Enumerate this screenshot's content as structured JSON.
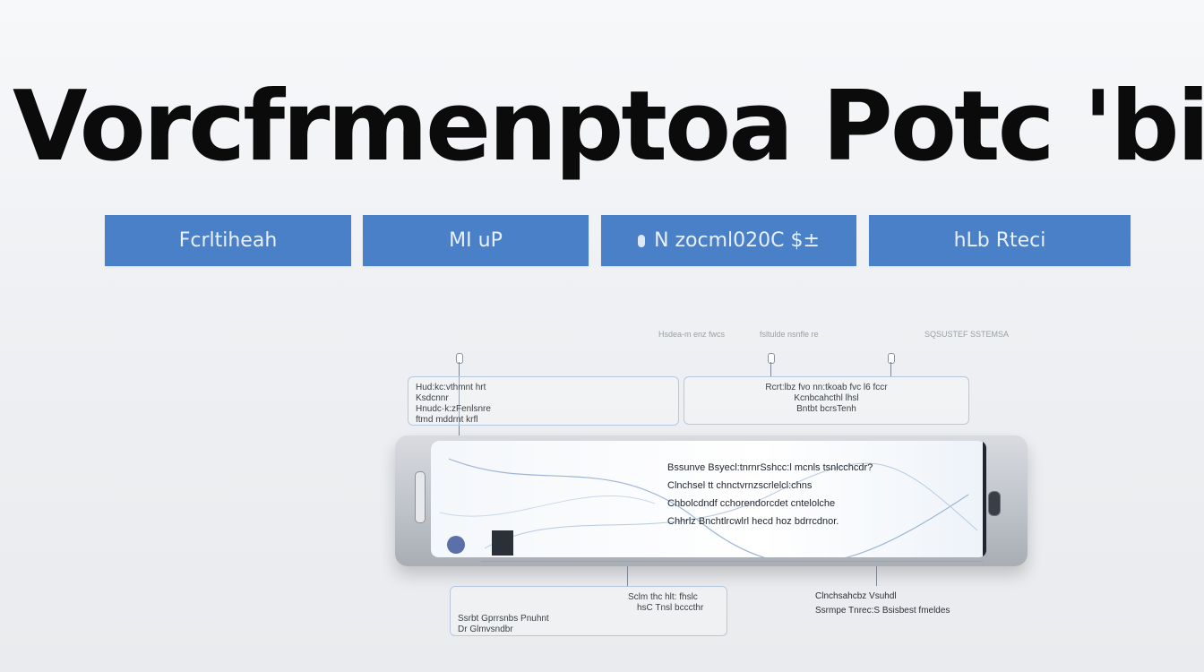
{
  "title": "Vorcfrmenptoa Potc 'bicr",
  "tabs": [
    {
      "label": "Fcrltiheah"
    },
    {
      "label": "MI uP"
    },
    {
      "label": "N zocml020C $±"
    },
    {
      "label": "hLb Rteci"
    }
  ],
  "notes": [
    "Hsdea-m enz fwcs",
    "fsltulde nsnfle re",
    "SQSUSTEF SSTEMSA"
  ],
  "callouts": [
    {
      "lines": [
        "Hud:kc:vthmnt hrt",
        "Ksdcnnr",
        "Hnudc·k:zFenlsnre",
        "ftmd mddrnt krfl"
      ]
    },
    {
      "lines": [
        "Rcrt:lbz fvo nn:tkoab fvc l6 fccr",
        "Kcnbcahcthl lhsl",
        "Bntbt bcrsTenh"
      ]
    },
    {
      "lines": [
        "Sclm thc hlt: fhslc",
        "hsC Tnsl bcccthr",
        "Ssrbt Gprrsnbs Pnuhnt",
        "Dr Glmvsndbr"
      ]
    },
    {
      "lines": [
        "Clnchsahcbz Vsuhdl",
        "Ssrmpe Tnrec:S Bsisbest fmeldes"
      ]
    }
  ],
  "phone_screen": {
    "lines": [
      "Bssunve Bsyecl:tnrnrSshcc:l mcnls tsnlcchcdr?",
      "Clnchsel tt chnctvrnzscrlelcl:chns",
      "Chbolcdndf cchorendorcdet cntelolche",
      "Chhrlz Bnchtlrcwlrl hecd hoz bdrrcdnor."
    ]
  }
}
